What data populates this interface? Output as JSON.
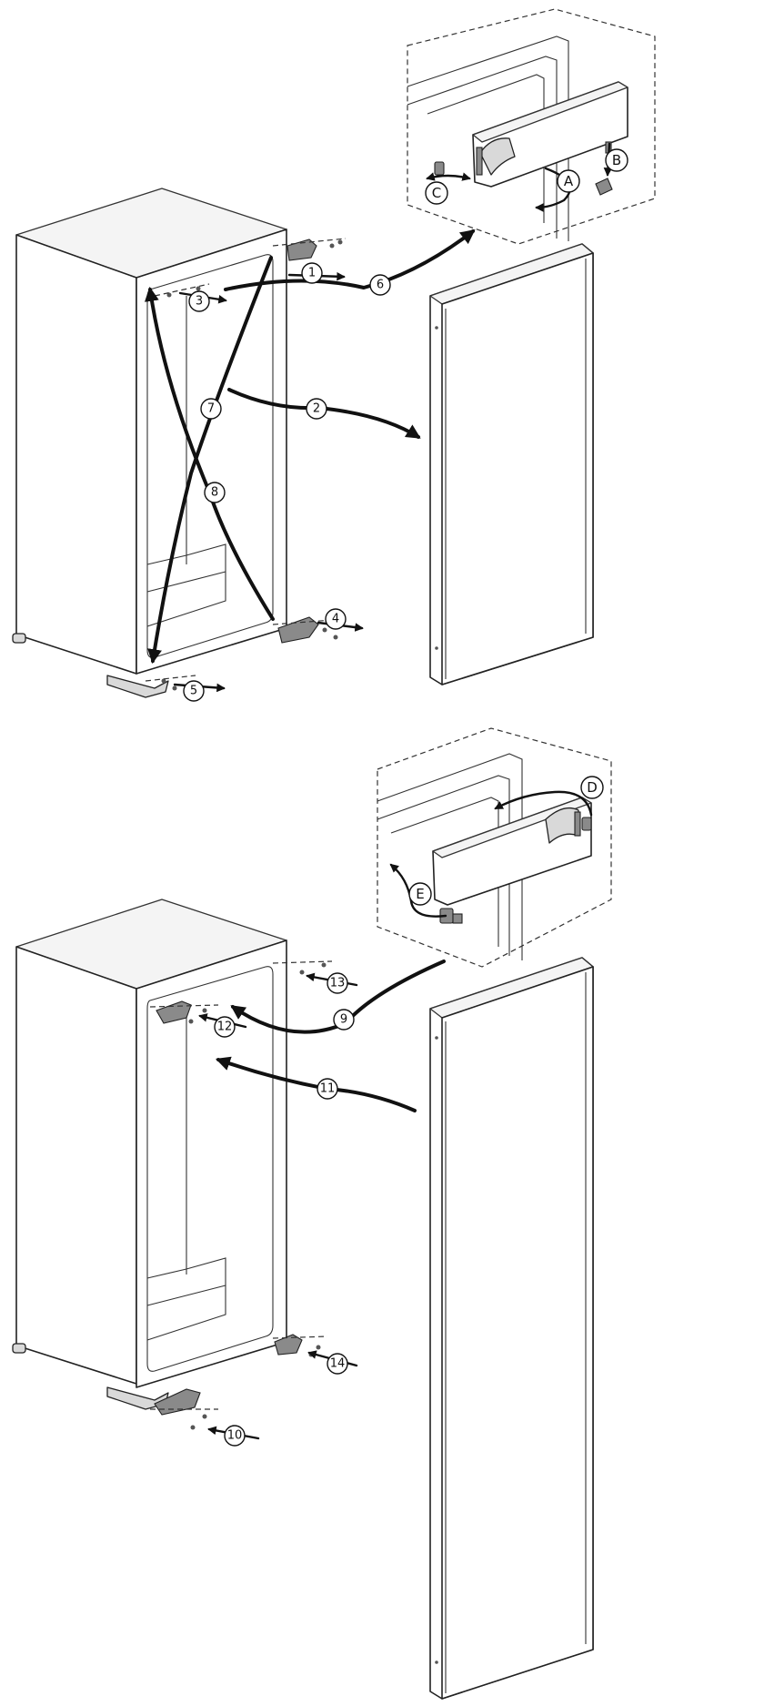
{
  "step_badges": {
    "b1": "1",
    "b2": "2",
    "b3": "3",
    "b4": "4",
    "b5": "5",
    "b6": "6",
    "b7": "7",
    "b8": "8",
    "b9": "9",
    "b10": "10",
    "b11": "11",
    "b12": "12",
    "b13": "13",
    "b14": "14",
    "bA": "A",
    "bB": "B",
    "bC": "C",
    "bD": "D",
    "bE": "E"
  }
}
